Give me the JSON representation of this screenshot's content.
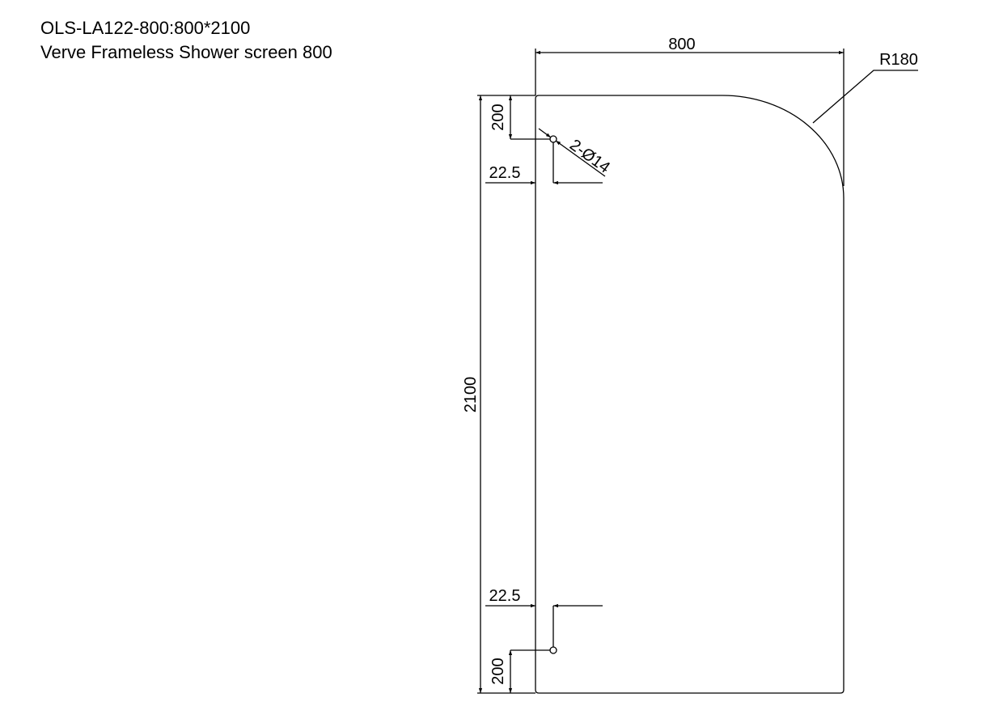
{
  "header": {
    "model": "OLS-LA122-800:800*2100",
    "description": "Verve Frameless Shower screen 800"
  },
  "dimensions": {
    "width": "800",
    "height": "2100",
    "radius": "R180",
    "holes": "2-Ø14",
    "top_hole_offset_vertical": "200",
    "top_hole_offset_horizontal": "22.5",
    "bottom_hole_offset_horizontal": "22.5",
    "bottom_hole_offset_vertical": "200"
  }
}
